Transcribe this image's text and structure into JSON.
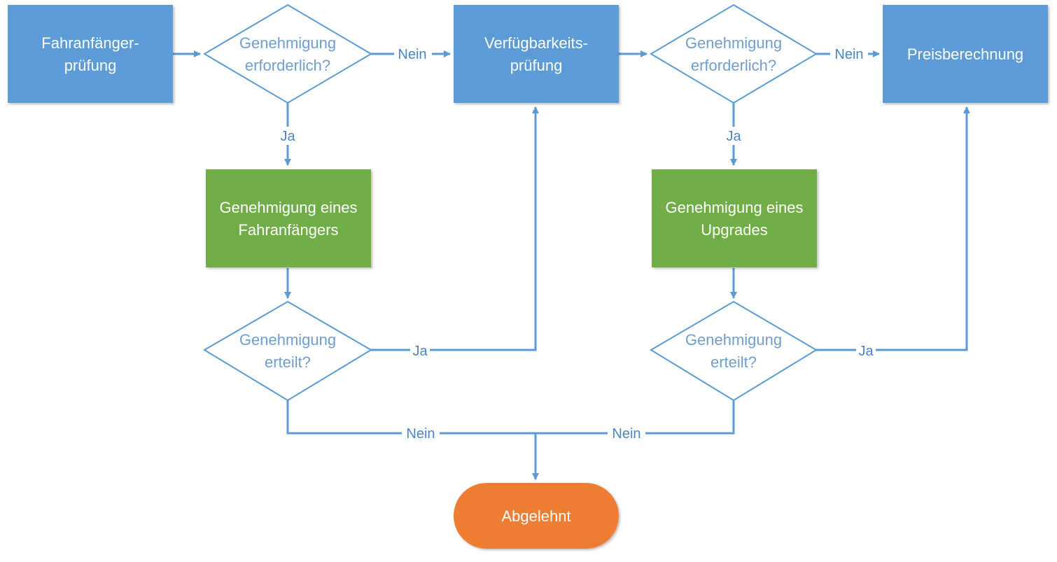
{
  "colors": {
    "process_blue": "#5b9bd5",
    "process_green": "#70ad47",
    "terminal_orange": "#ed7d31",
    "line_blue": "#5b9bd5",
    "diamond_text": "#6f9fd2",
    "edge_label": "#4a86c5"
  },
  "nodes": {
    "fahranfaenger_pruefung": {
      "line1": "Fahranfänger-",
      "line2": "prüfung"
    },
    "genehmigung_erforderlich_1": {
      "line1": "Genehmigung",
      "line2": "erforderlich?"
    },
    "verfuegbarkeits_pruefung": {
      "line1": "Verfügbarkeits-",
      "line2": "prüfung"
    },
    "genehmigung_erforderlich_2": {
      "line1": "Genehmigung",
      "line2": "erforderlich?"
    },
    "preisberechnung": {
      "line1": "Preisberechnung"
    },
    "genehmigung_fahranfaenger": {
      "line1": "Genehmigung eines",
      "line2": "Fahranfängers"
    },
    "genehmigung_upgrade": {
      "line1": "Genehmigung eines",
      "line2": "Upgrades"
    },
    "genehmigung_erteilt_1": {
      "line1": "Genehmigung",
      "line2": "erteilt?"
    },
    "genehmigung_erteilt_2": {
      "line1": "Genehmigung",
      "line2": "erteilt?"
    },
    "abgelehnt": {
      "line1": "Abgelehnt"
    }
  },
  "edges": {
    "nein_1": "Nein",
    "ja_1": "Ja",
    "nein_2": "Nein",
    "ja_2": "Ja",
    "ja_3": "Ja",
    "ja_4": "Ja",
    "nein_3": "Nein",
    "nein_4": "Nein"
  }
}
